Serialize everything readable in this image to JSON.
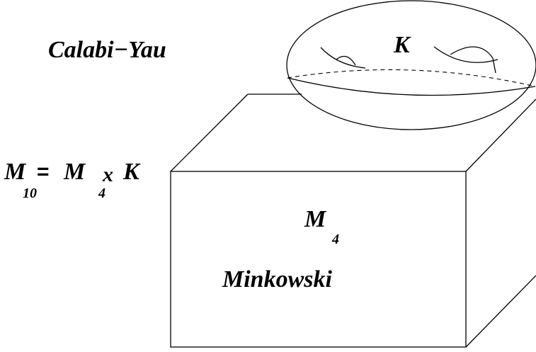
{
  "labels": {
    "calabi_yau": "Calabi−Yau",
    "k_label": "K",
    "m4_main": "M",
    "m4_sub": "4",
    "minkowski": "Minkowski"
  },
  "equation": {
    "m10_main": "M",
    "m10_sub": "10",
    "equals": "=",
    "m4_main": "M",
    "m4_sub": "4",
    "times": "x",
    "k": "K"
  }
}
